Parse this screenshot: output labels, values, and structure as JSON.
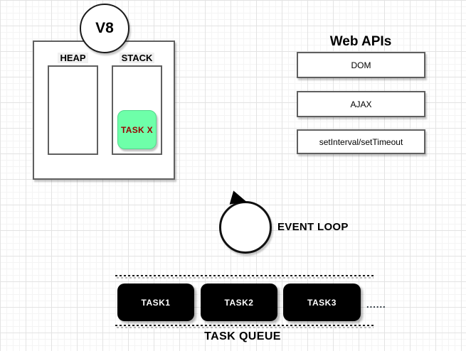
{
  "diagram": {
    "v8": {
      "title": "V8",
      "heap_label": "HEAP",
      "stack_label": "STACK",
      "stack_task": "TASK X"
    },
    "web_apis": {
      "title": "Web APIs",
      "items": [
        "DOM",
        "AJAX",
        "setInterval/setTimeout"
      ]
    },
    "event_loop": {
      "label": "EVENT LOOP"
    },
    "task_queue": {
      "label": "TASK QUEUE",
      "tasks": [
        "TASK1",
        "TASK2",
        "TASK3"
      ],
      "ellipsis": "......"
    }
  },
  "colors": {
    "stack_task_bg": "#6effa9",
    "stack_task_text": "#990000",
    "task_chip_bg": "#000000",
    "task_chip_text": "#ffffff",
    "box_border": "#5f5f5f",
    "grid_minor": "#f4f4f4",
    "grid_major": "#e3e3e3"
  }
}
